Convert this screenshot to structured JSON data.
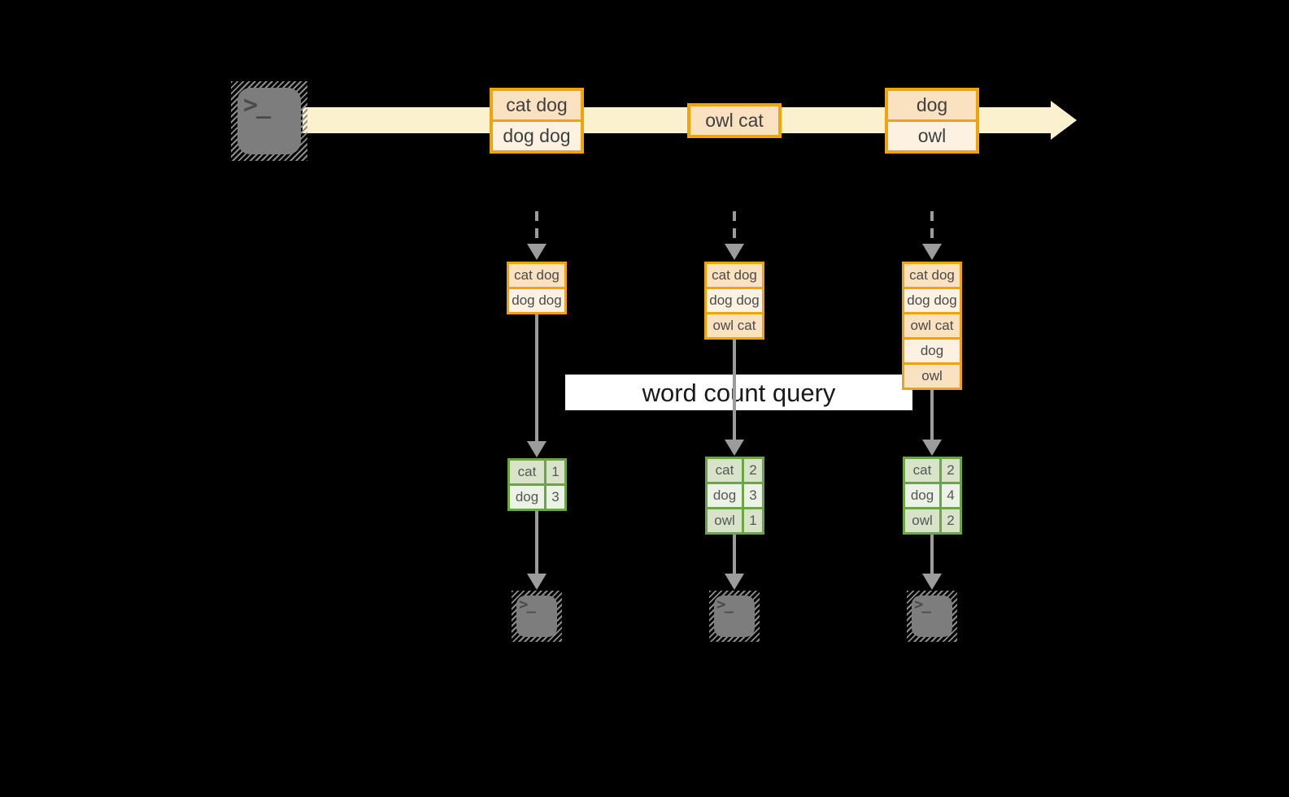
{
  "query": {
    "label": "word count query"
  },
  "source": {
    "glyph": ">_"
  },
  "stream": {
    "events": [
      {
        "lines": [
          "cat dog",
          "dog dog"
        ]
      },
      {
        "lines": [
          "owl cat"
        ]
      },
      {
        "lines": [
          "dog",
          "owl"
        ]
      }
    ]
  },
  "windows": [
    {
      "rows": [
        "cat dog",
        "dog dog"
      ]
    },
    {
      "rows": [
        "cat dog",
        "dog dog",
        "owl cat"
      ]
    },
    {
      "rows": [
        "cat dog",
        "dog dog",
        "owl cat",
        "dog",
        "owl"
      ]
    }
  ],
  "counts": [
    {
      "rows": [
        {
          "word": "cat",
          "count": "1"
        },
        {
          "word": "dog",
          "count": "3"
        }
      ]
    },
    {
      "rows": [
        {
          "word": "cat",
          "count": "2"
        },
        {
          "word": "dog",
          "count": "3"
        },
        {
          "word": "owl",
          "count": "1"
        }
      ]
    },
    {
      "rows": [
        {
          "word": "cat",
          "count": "2"
        },
        {
          "word": "dog",
          "count": "4"
        },
        {
          "word": "owl",
          "count": "2"
        }
      ]
    }
  ],
  "sinks": [
    {
      "glyph": ">_"
    },
    {
      "glyph": ">_"
    },
    {
      "glyph": ">_"
    }
  ],
  "colors": {
    "background": "#000000",
    "gold_border": "#F0A30A",
    "peach_dark": "#FAE1C0",
    "peach_light": "#FDF2E2",
    "stream_band": "#FBF1CF",
    "green_border": "#6CA644",
    "green_dark": "#D8E3CA",
    "green_light": "#EDF2E7",
    "arrow_gray": "#9C9C9C",
    "terminal_gray": "#7D7D7D",
    "banner_bg": "#FFFFFF"
  }
}
